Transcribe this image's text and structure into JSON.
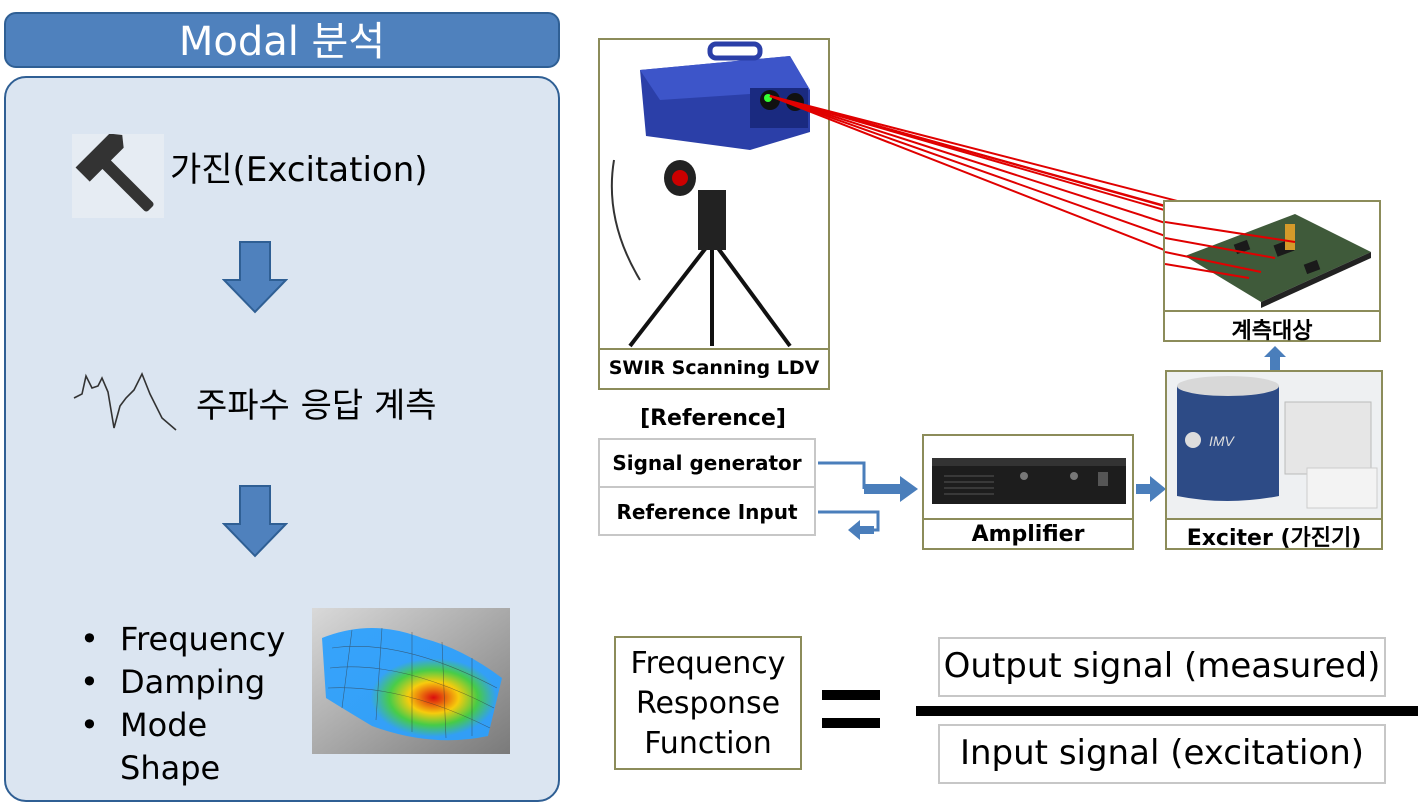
{
  "left": {
    "title": "Modal 분석",
    "step1": "가진(Excitation)",
    "step2": "주파수 응답 계측",
    "bullets": [
      "Frequency",
      "Damping",
      "Mode",
      "Shape"
    ]
  },
  "setup": {
    "ldv_label": "SWIR Scanning LDV",
    "target_label": "계측대상",
    "reference_header": "[Reference]",
    "signal_generator": "Signal generator",
    "reference_input": "Reference Input",
    "amplifier_label": "Amplifier",
    "exciter_label": "Exciter (가진기)",
    "exciter_brand": "IMV"
  },
  "formula": {
    "lhs": [
      "Frequency",
      "Response",
      "Function"
    ],
    "equals": "=",
    "numerator": "Output signal (measured)",
    "denominator": "Input signal (excitation)"
  },
  "colors": {
    "panel_blue": "#4f81bd",
    "panel_bg": "#dbe5f1",
    "arrow_blue": "#4a7ebb",
    "laser_red": "#e00000",
    "box_border": "#8c8c5a"
  }
}
